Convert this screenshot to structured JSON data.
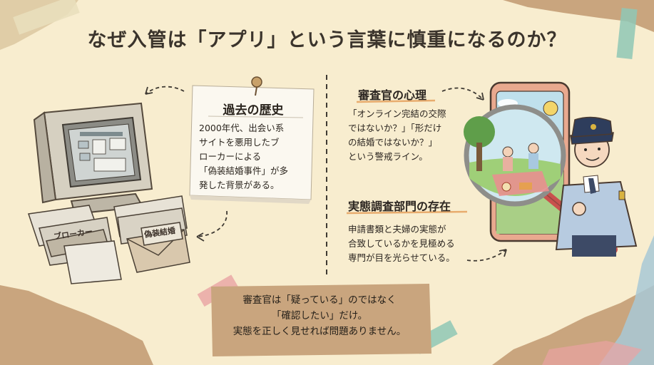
{
  "title": "なぜ入管は「アプリ」という言葉に慎重になるのか？",
  "history": {
    "heading": "過去の歴史",
    "lines": [
      "2000年代、出会い系",
      "サイトを悪用したブ",
      "ローカーによる",
      "「偽装結婚事件」が多",
      "発した背景がある。"
    ]
  },
  "illustration_labels": {
    "broker": "ブローカー",
    "fake_marriage": "偽装結婚"
  },
  "examiner": {
    "heading": "審査官の心理",
    "lines": [
      "「オンライン完結の交際",
      "ではないか？」「形だけ",
      "の結婚ではないか？」",
      "という警戒ライン。"
    ]
  },
  "investigation": {
    "heading": "実態調査部門の存在",
    "lines": [
      "申請書類と夫婦の実態が",
      "合致しているかを見極める",
      "専門が目を光らせている。"
    ]
  },
  "conclusion": {
    "lines": [
      "審査官は「疑っている」のではなく",
      "「確認したい」だけ。",
      "実態を正しく見せれば問題ありません。"
    ]
  },
  "colors": {
    "background": "#f8edcf",
    "kraft": "#c9a57e",
    "tape_teal": "#8fc7b5",
    "tape_pink": "#e9a3a3",
    "accent_orange": "#e39b55"
  }
}
